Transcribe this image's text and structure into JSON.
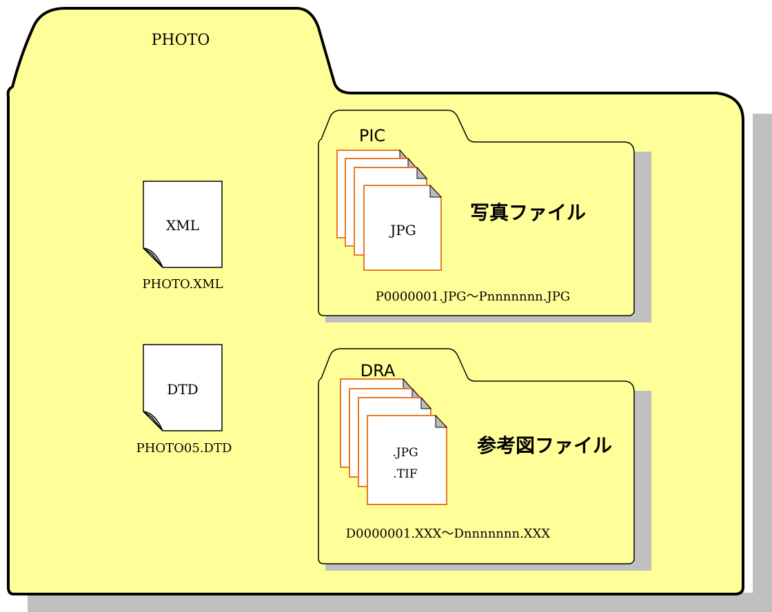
{
  "root_folder": {
    "name": "PHOTO"
  },
  "files": [
    {
      "icon_label": "XML",
      "filename": "PHOTO.XML"
    },
    {
      "icon_label": "DTD",
      "filename": "PHOTO05.DTD"
    }
  ],
  "pic_folder": {
    "name": "PIC",
    "doc_label": "JPG",
    "description": "写真ファイル",
    "range": "P0000001.JPG～Pnnnnnnn.JPG"
  },
  "dra_folder": {
    "name": "DRA",
    "doc_label_1": ".JPG",
    "doc_label_2": ".TIF",
    "description": "参考図ファイル",
    "range": "D0000001.XXX～Dnnnnnnn.XXX"
  },
  "colors": {
    "folder_fill": "#ffff99",
    "shadow": "#c0c0c0",
    "doc_border_orange": "#e87722",
    "outline": "#000000"
  }
}
